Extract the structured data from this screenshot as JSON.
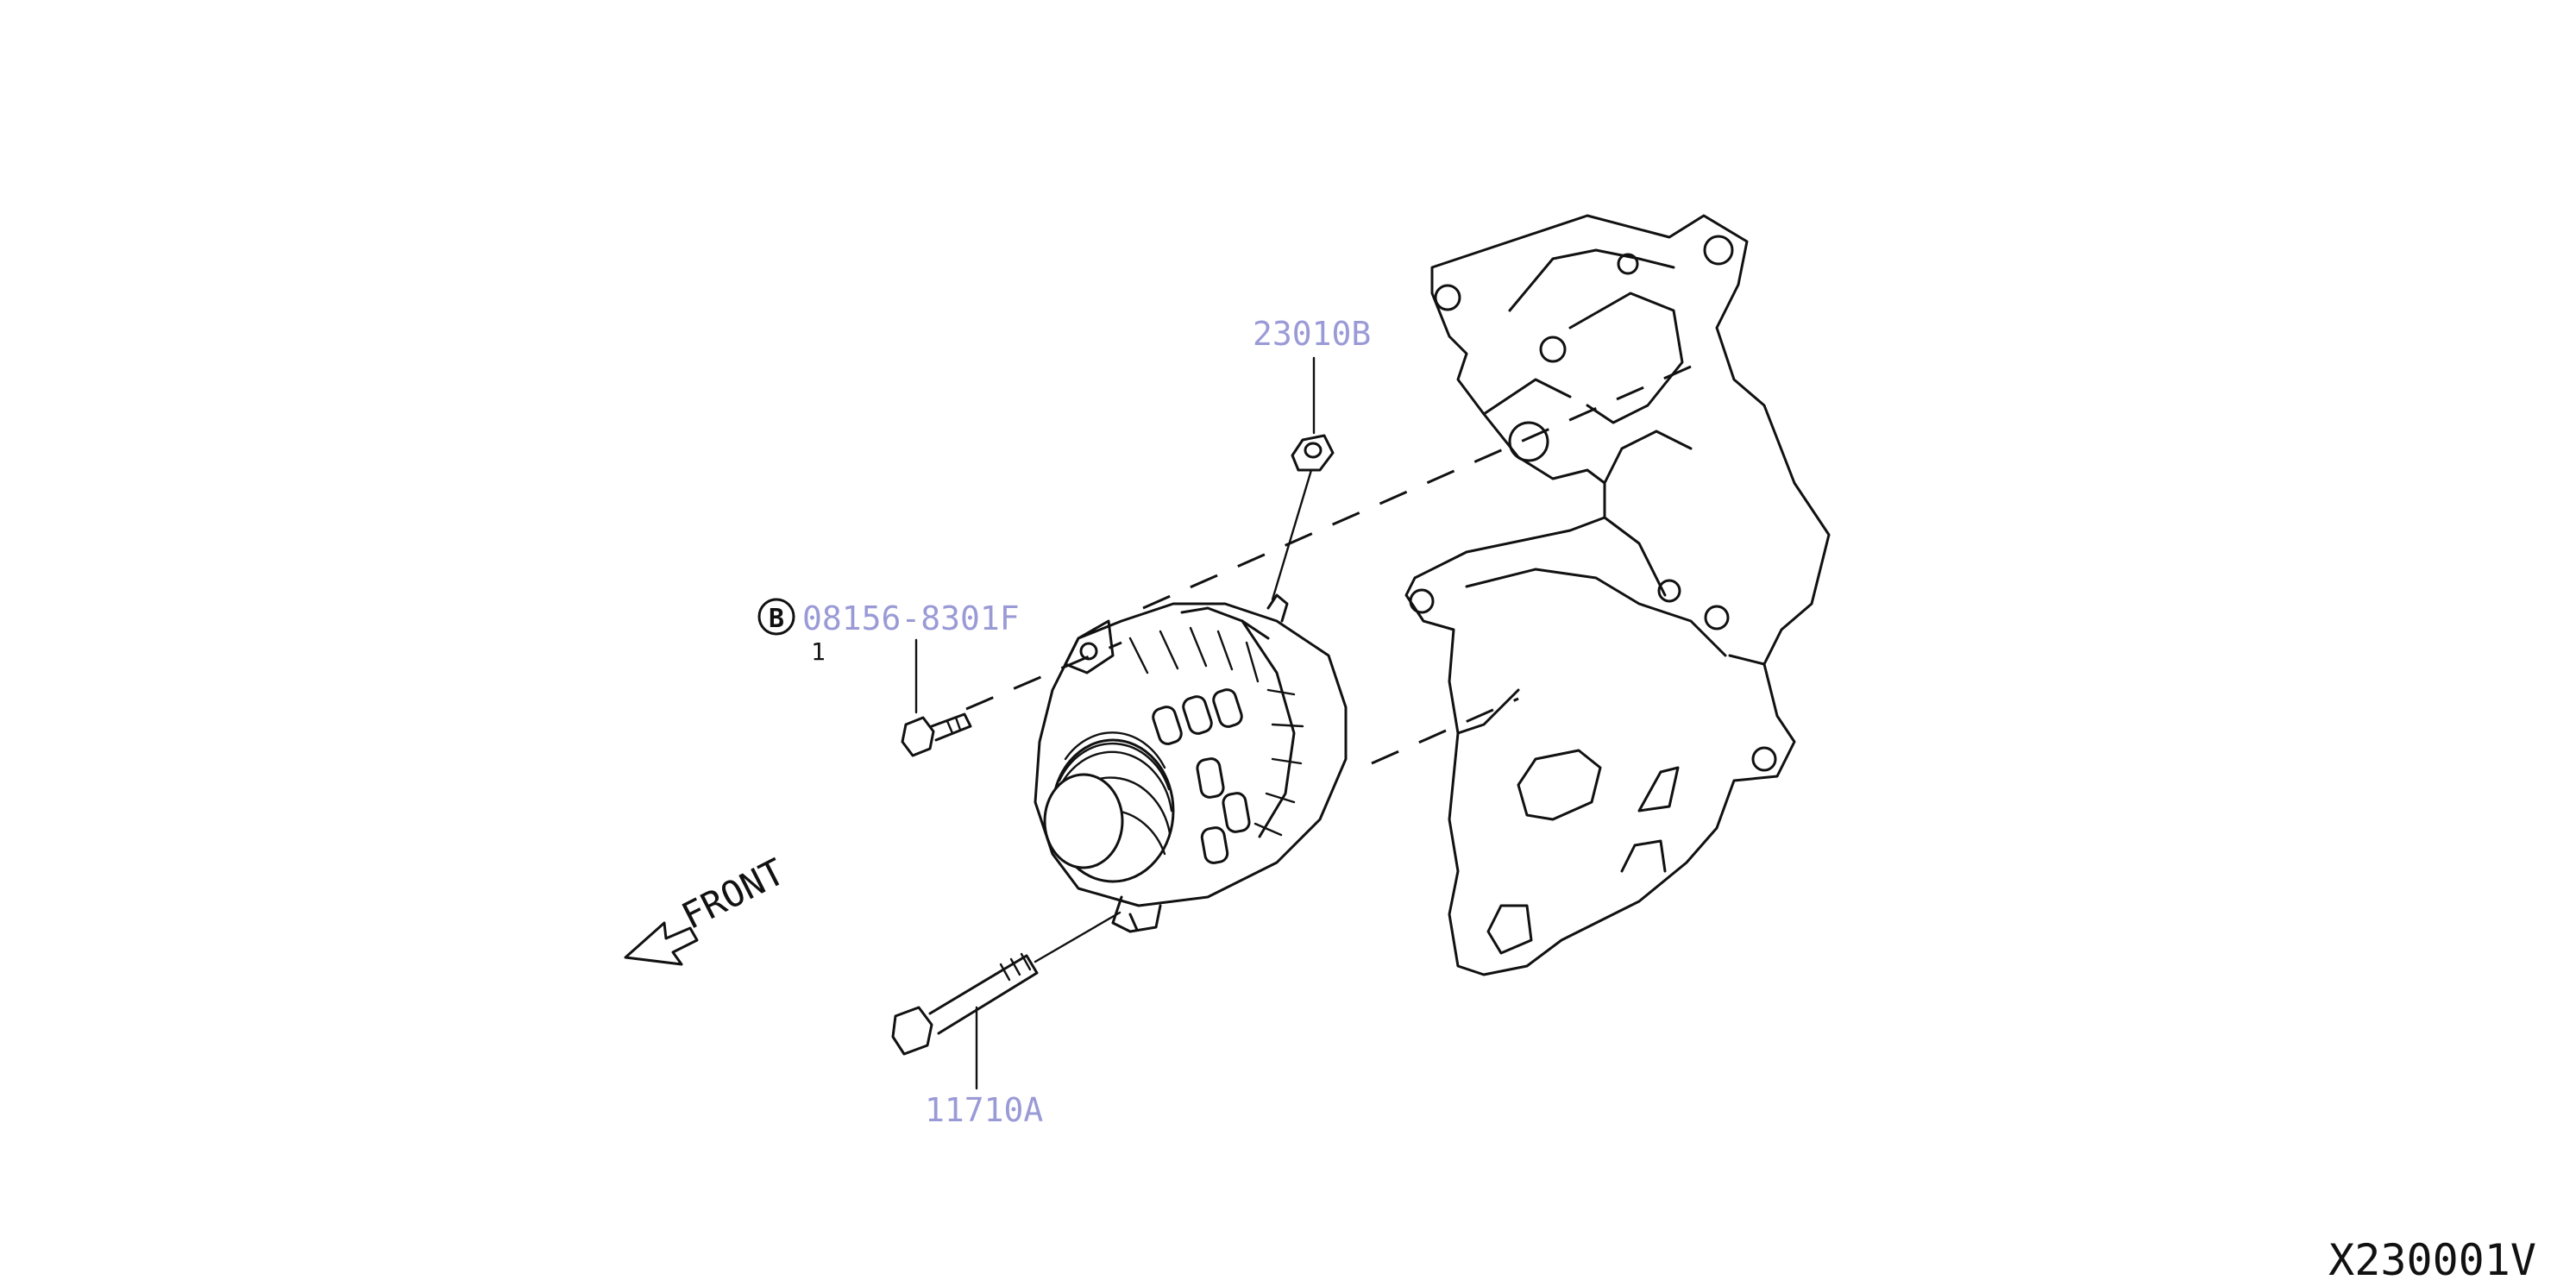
{
  "callouts": {
    "nut": "23010B",
    "bolt_upper": "08156-8301F",
    "bolt_upper_qty": "1",
    "bolt_lower": "11710A"
  },
  "symbols": {
    "circle_letter": "B"
  },
  "direction_label": "FRONT",
  "figure_code": "X230001V",
  "colors": {
    "callout_text": "#9a9ad6",
    "linework": "#111111"
  }
}
